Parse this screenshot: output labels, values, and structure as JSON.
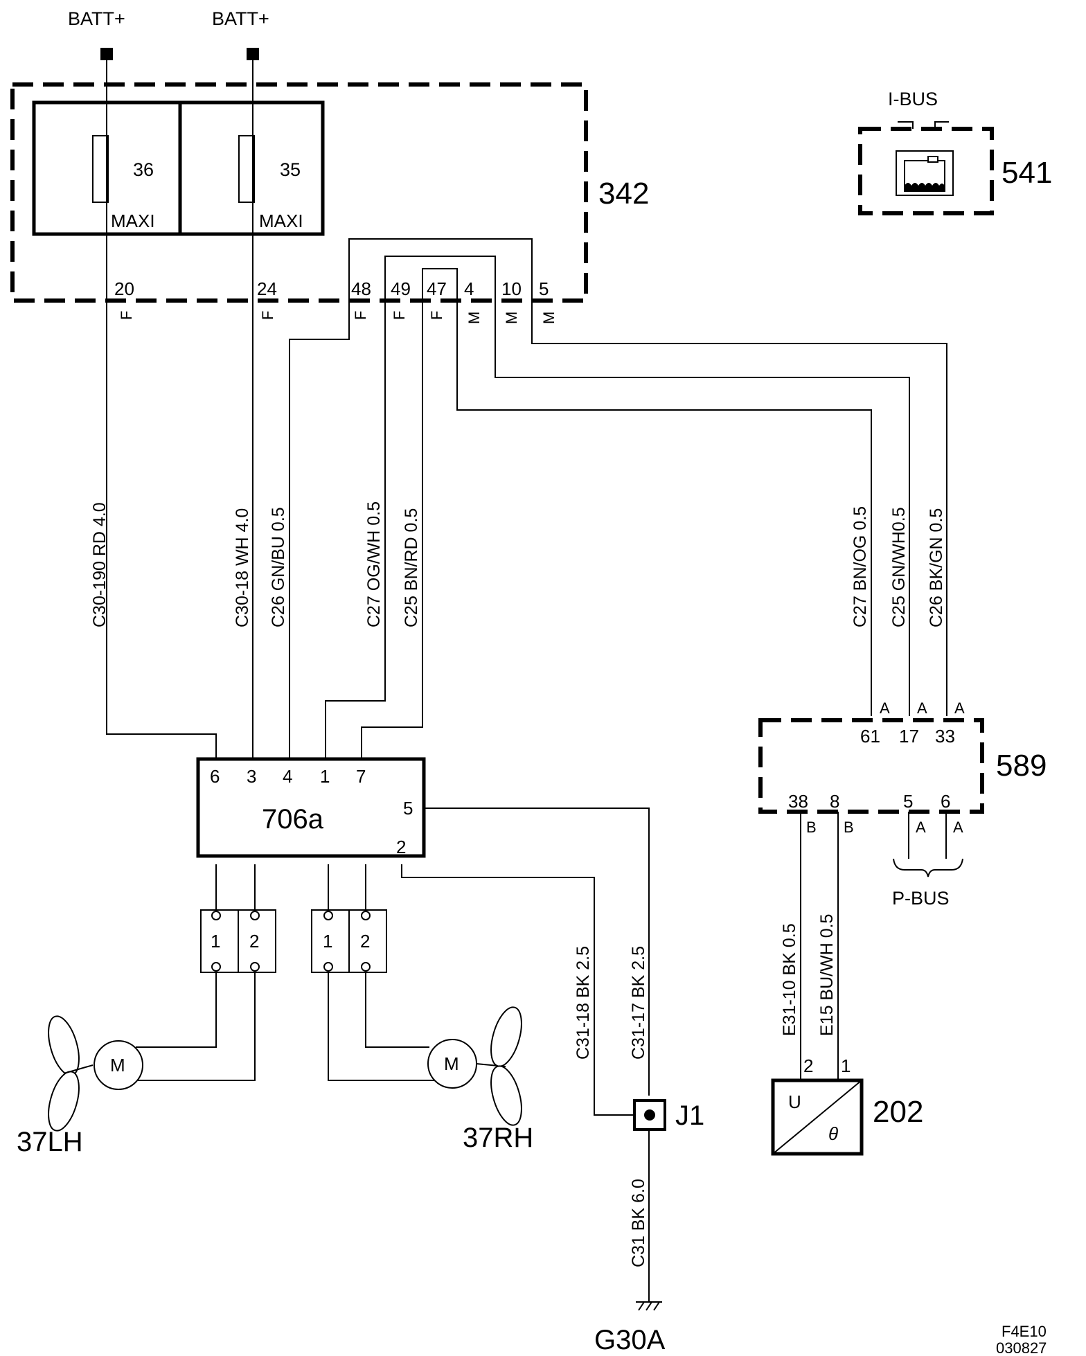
{
  "supplies": {
    "left": "BATT+",
    "right": "BATT+"
  },
  "relay_box": {
    "id": "342",
    "fuse_left": "36",
    "fuse_right": "35",
    "fuse_type_left": "MAXI",
    "fuse_type_right": "MAXI"
  },
  "relay_box_pins": {
    "p20": "20",
    "p24": "24",
    "p48": "48",
    "p49": "49",
    "p47": "47",
    "p4": "4",
    "p10": "10",
    "p5": "5",
    "c20": "F",
    "c24": "F",
    "c48": "F",
    "c49": "F",
    "c47": "F",
    "c4": "M",
    "c10": "M",
    "c5": "M"
  },
  "wires": {
    "w_c30_190": "C30-190  RD  4.0",
    "w_c30_18": "C30-18  WH  4.0",
    "w_c26_gnbu": "C26  GN/BU  0.5",
    "w_c27_ogwh": "C27  OG/WH  0.5",
    "w_c25_bnrd": "C25  BN/RD  0.5",
    "w_c27_bnog": "C27  BN/OG  0.5",
    "w_c25_gnwh": "C25  GN/WH0.5",
    "w_c26_bkgn": "C26  BK/GN  0.5",
    "w_c31_18": "C31-18  BK  2.5",
    "w_c31_17": "C31-17  BK  2.5",
    "w_c31": "C31  BK  6.0",
    "w_e31_10": "E31-10  BK  0.5",
    "w_e15": "E15  BU/WH  0.5"
  },
  "module_706a": {
    "id": "706a",
    "p6": "6",
    "p3": "3",
    "p4": "4",
    "p1": "1",
    "p7": "7",
    "p5": "5",
    "p2": "2"
  },
  "connectors": {
    "lh_1": "1",
    "lh_2": "2",
    "rh_1": "1",
    "rh_2": "2"
  },
  "fans": {
    "left": "37LH",
    "right": "37RH",
    "motor_left": "M",
    "motor_right": "M"
  },
  "splice": {
    "id": "J1"
  },
  "ground": {
    "id": "G30A"
  },
  "module_589": {
    "id": "589",
    "p61": "61",
    "p17": "17",
    "p33": "33",
    "p38": "38",
    "p8": "8",
    "p5": "5",
    "p6": "6",
    "c61": "A",
    "c17": "A",
    "c33": "A",
    "c38": "B",
    "c8": "B",
    "c5": "A",
    "c6": "A"
  },
  "bus": {
    "pbus": "P-BUS",
    "ibus": "I-BUS"
  },
  "sensor": {
    "id": "202",
    "pin2": "2",
    "pin1": "1",
    "u": "U",
    "theta": "θ"
  },
  "module_541": {
    "id": "541"
  },
  "footer": {
    "code": "F4E10",
    "date": "030827"
  }
}
